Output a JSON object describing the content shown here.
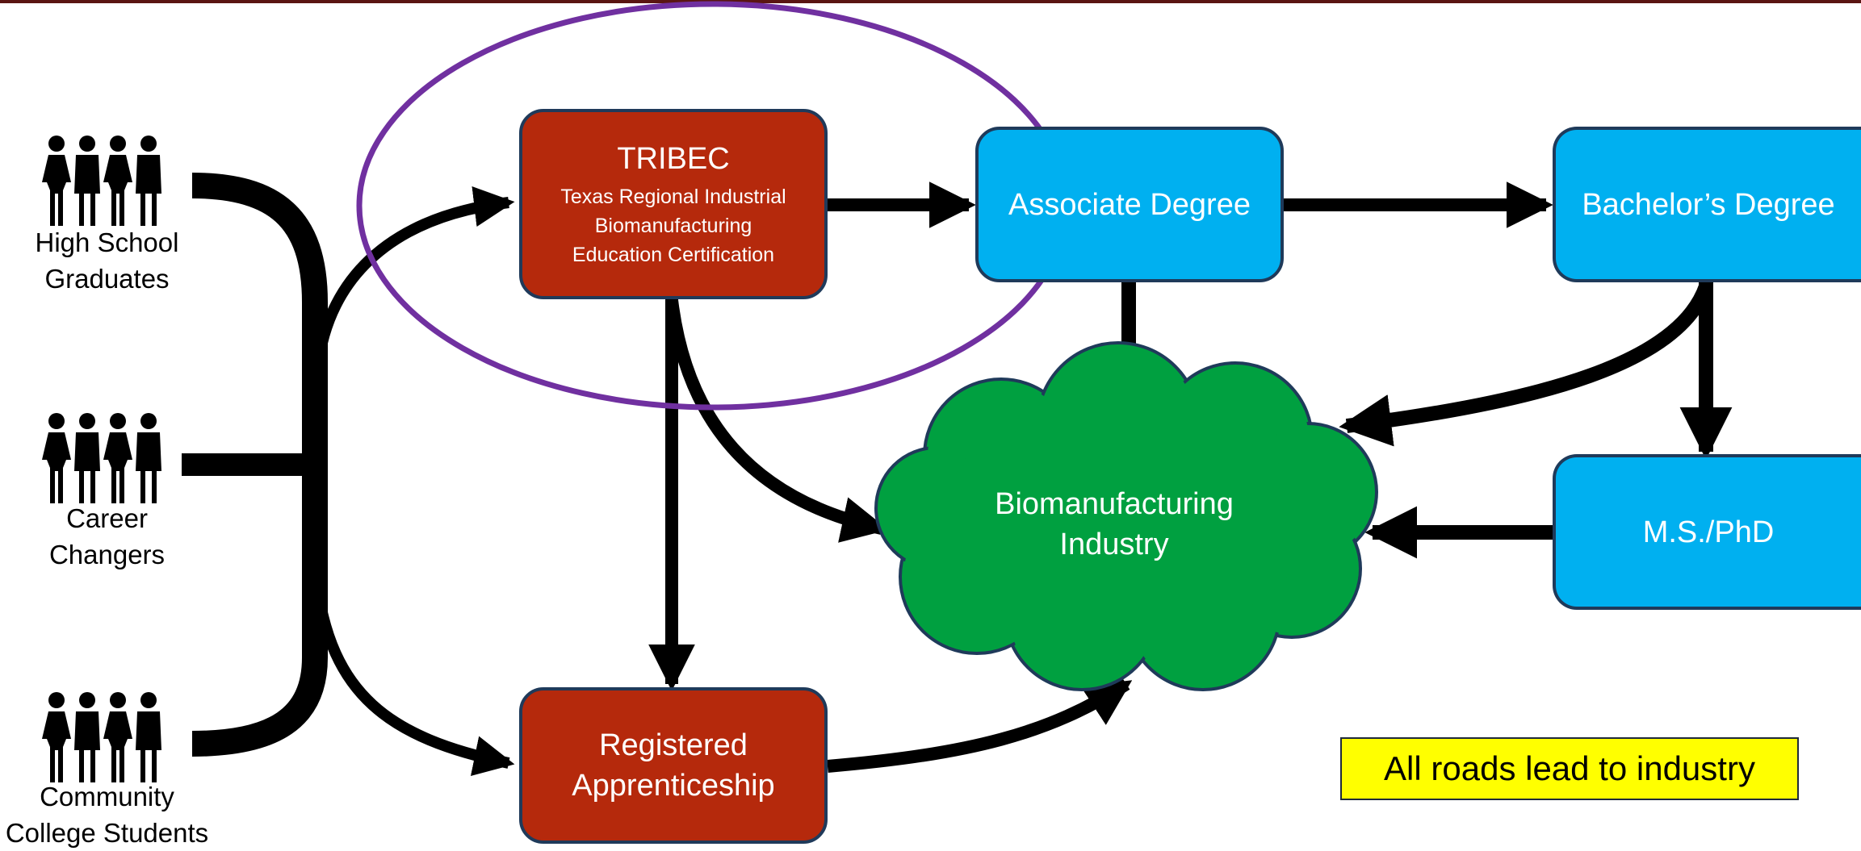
{
  "colors": {
    "pathway_red": "#b5290c",
    "degree_blue": "#00b0f0",
    "industry_green": "#00a040",
    "highlight_purple": "#7030a0",
    "callout_yellow": "#ffff00",
    "top_bar": "#5a1512"
  },
  "groups": [
    {
      "line1": "High School",
      "line2": "Graduates",
      "icon": "people-icon"
    },
    {
      "line1": "Career",
      "line2": "Changers",
      "icon": "people-icon"
    },
    {
      "line1": "Community",
      "line2": "College Students",
      "icon": "people-icon"
    }
  ],
  "tribec": {
    "title": "TRIBEC",
    "line1": "Texas Regional Industrial",
    "line2": "Biomanufacturing",
    "line3": "Education Certification"
  },
  "apprenticeship": {
    "line1": "Registered",
    "line2": "Apprenticeship"
  },
  "associate": {
    "label": "Associate Degree"
  },
  "bachelor": {
    "label": "Bachelor’s Degree"
  },
  "ms_phd": {
    "label": "M.S./PhD"
  },
  "industry": {
    "line1": "Biomanufacturing",
    "line2": "Industry"
  },
  "callout": {
    "text": "All roads lead to industry"
  }
}
